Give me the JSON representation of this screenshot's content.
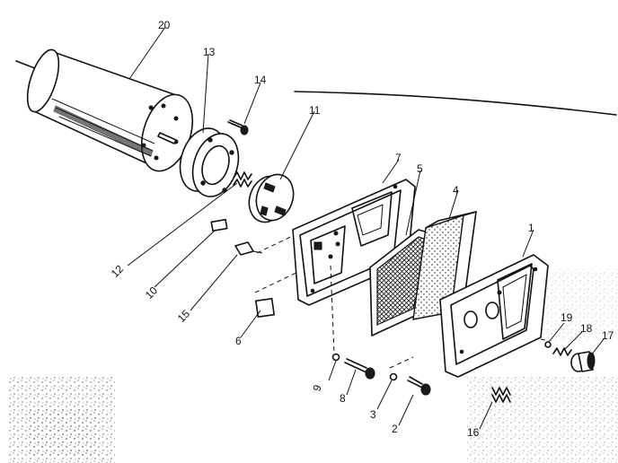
{
  "diagram": {
    "part_numbers": {
      "p1": "1",
      "p2": "2",
      "p3": "3",
      "p4": "4",
      "p5": "5",
      "p6": "6",
      "p7": "7",
      "p8": "8",
      "p9": "9",
      "p10": "10",
      "p11": "11",
      "p12": "12",
      "p13": "13",
      "p14": "14",
      "p15": "15",
      "p16": "16",
      "p17": "17",
      "p18": "18",
      "p19": "19",
      "p20": "20"
    }
  }
}
